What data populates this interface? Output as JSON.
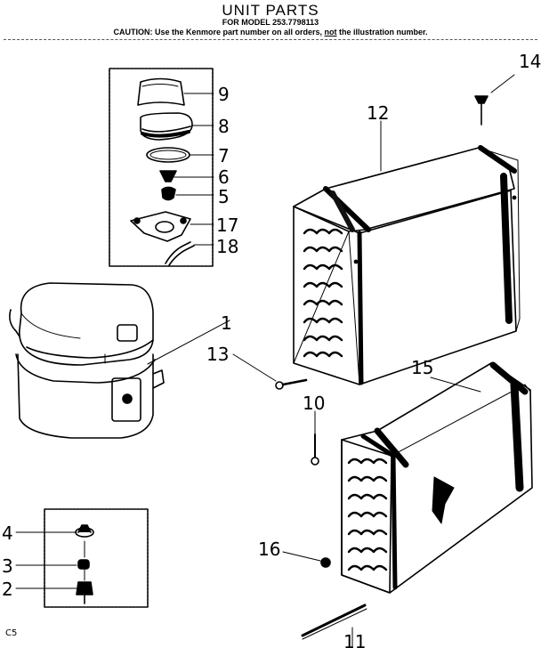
{
  "header": {
    "title": "UNIT PARTS",
    "model": "FOR MODEL 253.7798113",
    "caution_pre": "CAUTION: Use the Kenmore part number on all orders, ",
    "caution_not": "not",
    "caution_post": " the illustration number."
  },
  "part_numbers": {
    "p1": "1",
    "p2": "2",
    "p3": "3",
    "p4": "4",
    "p5": "5",
    "p6": "6",
    "p7": "7",
    "p8": "8",
    "p9": "9",
    "p10": "10",
    "p11": "11",
    "p12": "12",
    "p13": "13",
    "p14": "14",
    "p15": "15",
    "p16": "16",
    "p17": "17",
    "p18": "18"
  },
  "footer_code": "C5"
}
